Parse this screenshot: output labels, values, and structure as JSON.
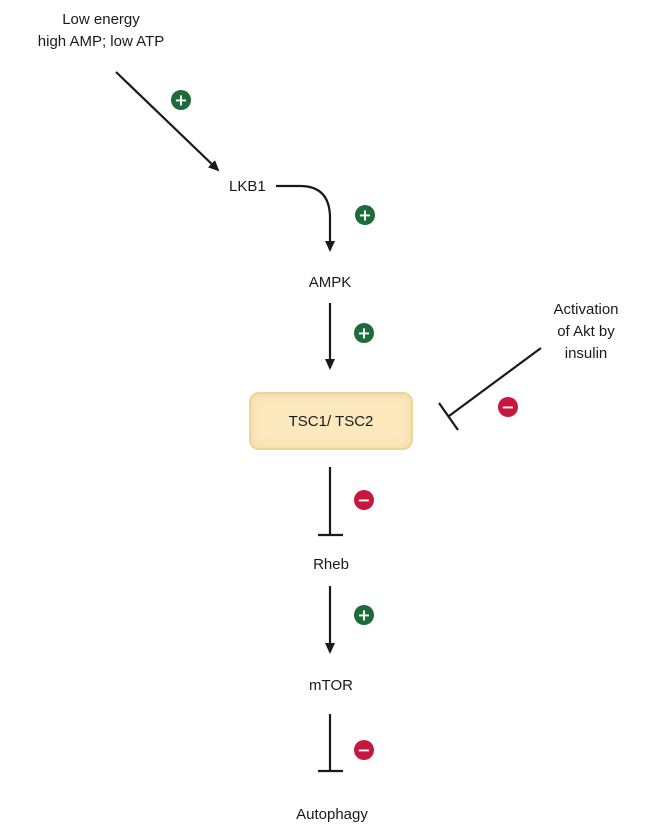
{
  "nodes": {
    "input_line1": "Low energy",
    "input_line2": "high AMP; low ATP",
    "lkb1": "LKB1",
    "ampk": "AMPK",
    "tsc": "TSC1/ TSC2",
    "rheb": "Rheb",
    "mtor": "mTOR",
    "autophagy": "Autophagy",
    "akt_line1": "Activation",
    "akt_line2": "of Akt by",
    "akt_line3": "insulin"
  },
  "signs": {
    "positive": "+",
    "negative": "−"
  },
  "colors": {
    "positive": "#1e6b3a",
    "negative": "#c8173f",
    "arrow": "#1a1a1a",
    "box_fill": "#fbe8bd",
    "box_border": "#ecd49a"
  }
}
